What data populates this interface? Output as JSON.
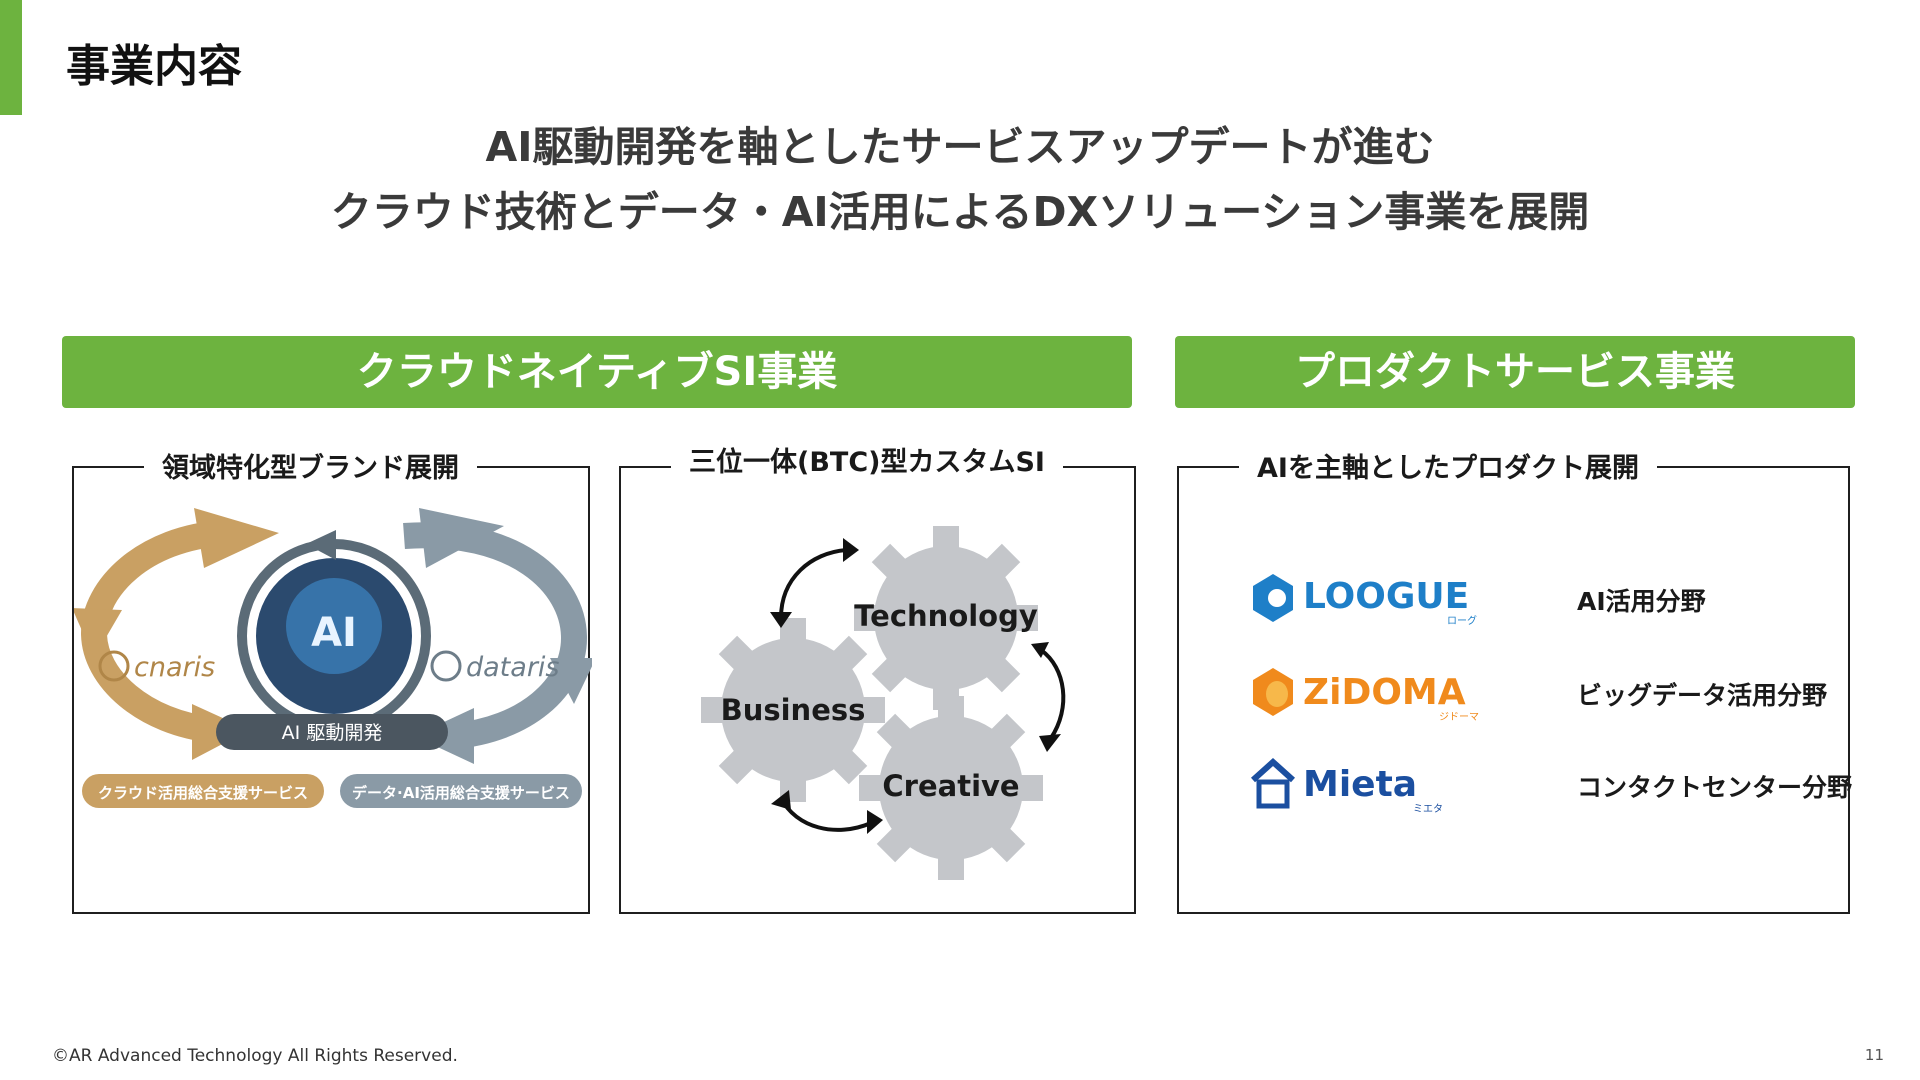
{
  "page": {
    "title": "事業内容",
    "headline_line1": "AI駆動開発を軸としたサービスアップデートが進む",
    "headline_line2": "クラウド技術とデータ・AI活用によるDXソリューション事業を展開"
  },
  "colors": {
    "accent_green": "#6db33f",
    "cnaris_gold": "#c9a063",
    "dataris_gray": "#8a9aa6",
    "gear_gray": "#c4c6ca",
    "loogue_blue": "#1e7fc8",
    "zidoma_orange": "#f08a1c",
    "mieta_navy": "#1b4fa0"
  },
  "banners": {
    "si": "クラウドネイティブSI事業",
    "product": "プロダクトサービス事業"
  },
  "brand_panel": {
    "label": "領域特化型ブランド展開",
    "center_badge": "AI 駆動開発",
    "center_icon_text": "AI",
    "left_brand": "cnaris",
    "right_brand": "dataris",
    "left_caption": "クラウド活用総合支援サービス",
    "right_caption": "データ·AI活用総合支援サービス"
  },
  "btc_panel": {
    "label": "三位一体(BTC)型カスタムSI",
    "gears": [
      "Technology",
      "Business",
      "Creative"
    ]
  },
  "product_panel": {
    "label": "AIを主軸としたプロダクト展開",
    "products": [
      {
        "name": "LOOGUE",
        "kana": "ローグ",
        "field": "AI活用分野",
        "icon": "loogue-logo-icon"
      },
      {
        "name": "ZiDOMA",
        "kana": "ジドーマ",
        "field": "ビッグデータ活用分野",
        "icon": "zidoma-logo-icon"
      },
      {
        "name": "Mieta",
        "kana": "ミエタ",
        "field": "コンタクトセンター分野",
        "icon": "mieta-logo-icon"
      }
    ]
  },
  "footer": {
    "copyright": "©AR Advanced Technology All Rights Reserved.",
    "page_number": "11"
  }
}
